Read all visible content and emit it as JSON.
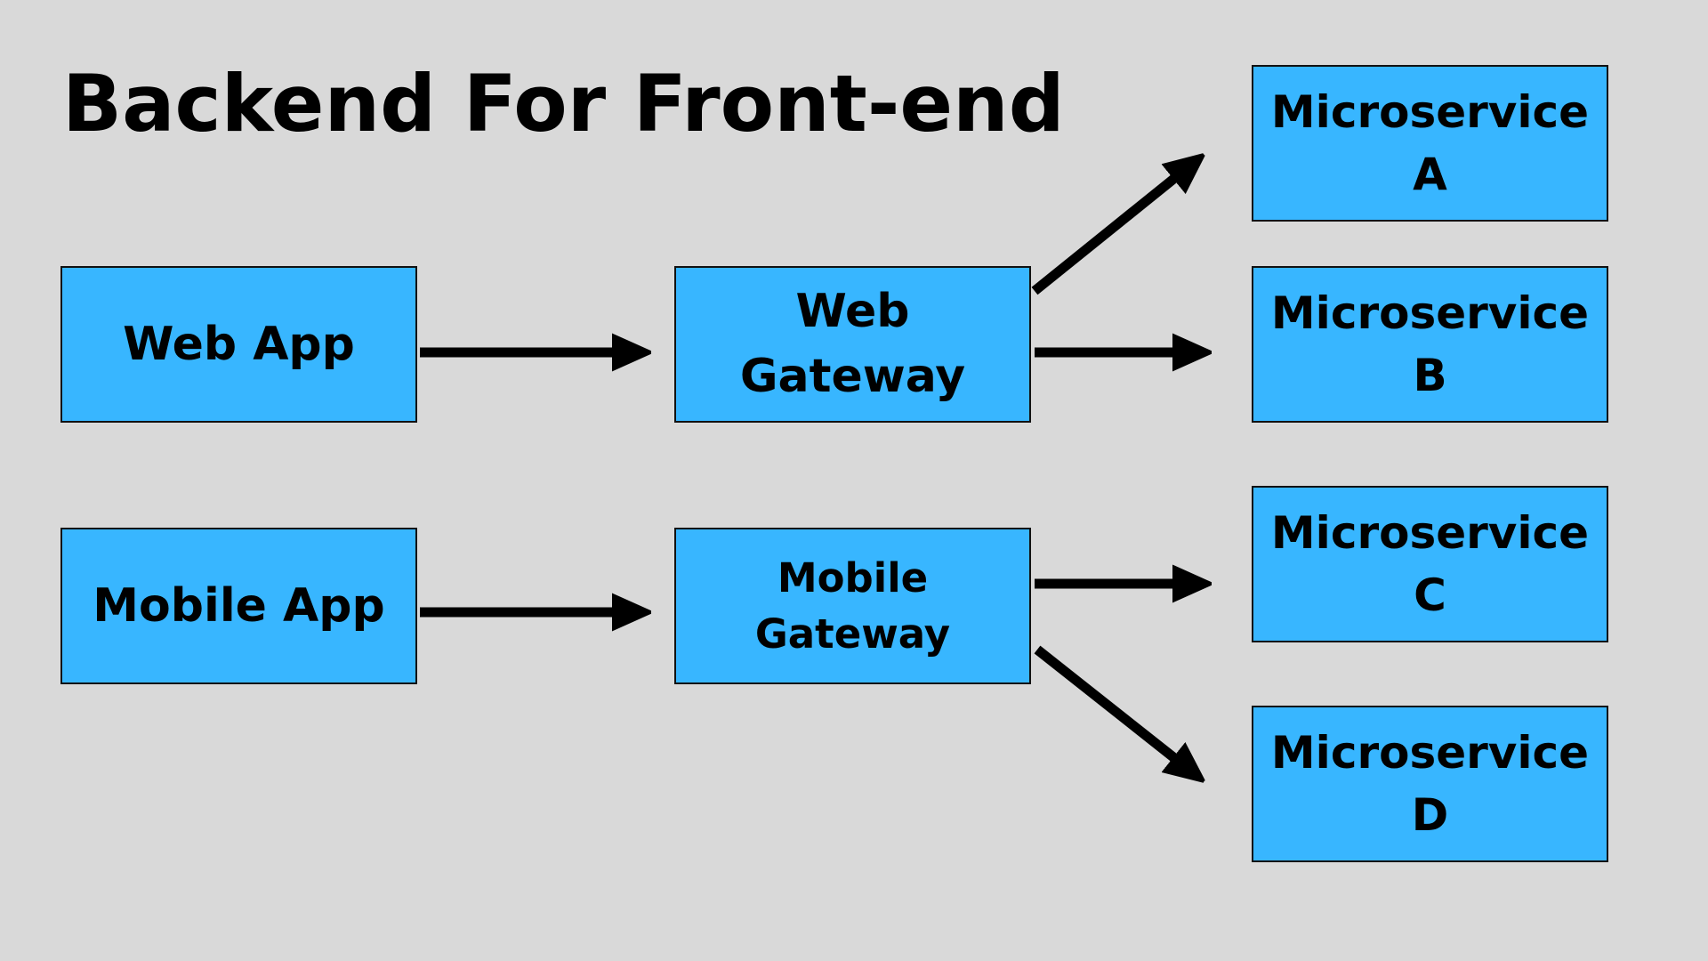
{
  "title": "Backend For Front-end",
  "colors": {
    "background": "#d9d9d9",
    "box_fill": "#38b6ff",
    "box_border": "#111111",
    "text": "#000000",
    "arrow": "#000000"
  },
  "nodes": {
    "web_app": "Web App",
    "mobile_app": "Mobile App",
    "web_gateway": "Web Gateway",
    "mobile_gateway": "Mobile Gateway",
    "service_a": "Microservice A",
    "service_b": "Microservice B",
    "service_c": "Microservice C",
    "service_d": "Microservice D"
  },
  "edges": [
    {
      "from": "web_app",
      "to": "web_gateway"
    },
    {
      "from": "mobile_app",
      "to": "mobile_gateway"
    },
    {
      "from": "web_gateway",
      "to": "service_a"
    },
    {
      "from": "web_gateway",
      "to": "service_b"
    },
    {
      "from": "mobile_gateway",
      "to": "service_c"
    },
    {
      "from": "mobile_gateway",
      "to": "service_d"
    }
  ]
}
